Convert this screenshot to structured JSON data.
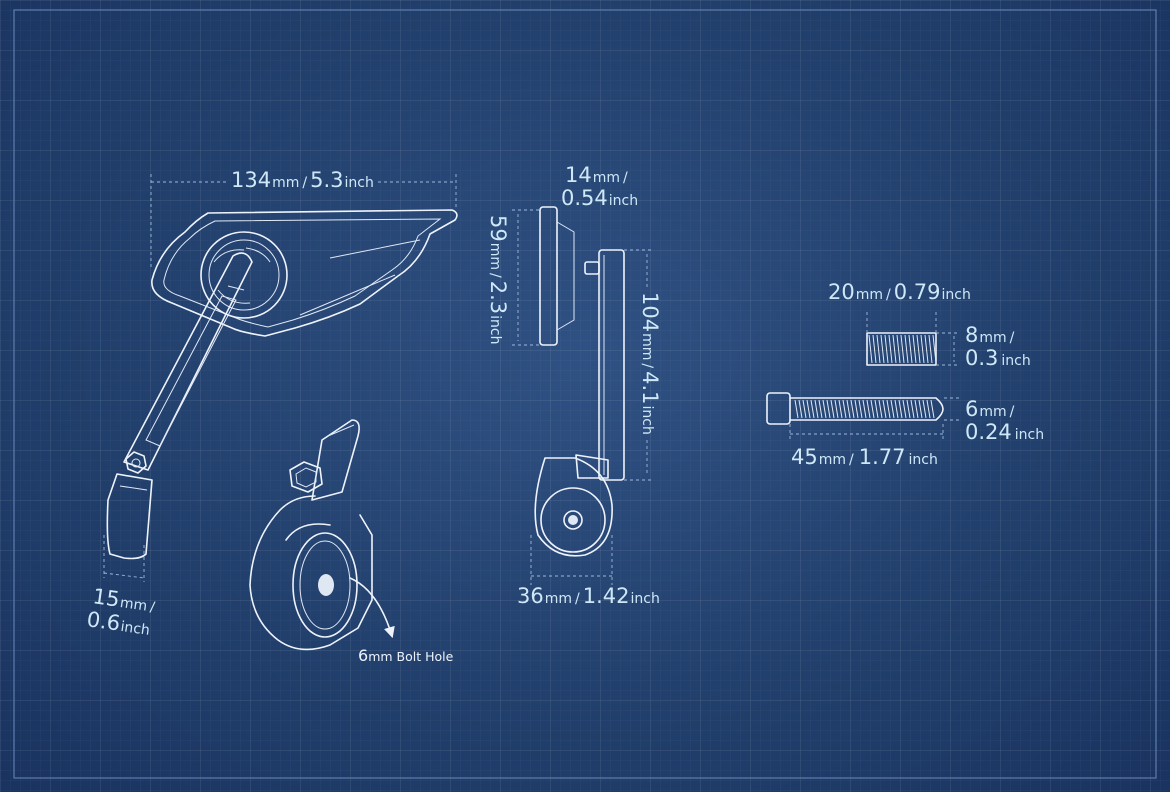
{
  "mirror_width": {
    "value": "134",
    "unit": "mm",
    "sep": "/",
    "value2": "5.3",
    "unit2": "inch"
  },
  "clamp_width": {
    "value": "15",
    "unit": "mm",
    "sep": "/",
    "value2": "0.6",
    "unit2": "inch"
  },
  "bolt_hole": {
    "value": "6",
    "unit": "mm",
    "label": "Bolt Hole"
  },
  "mirror_depth": {
    "value": "14",
    "unit": "mm",
    "sep": "/",
    "value2": "0.54",
    "unit2": "inch"
  },
  "mirror_height": {
    "value": "59",
    "unit": "mm",
    "sep": "/",
    "value2": "2.3",
    "unit2": "inch"
  },
  "arm_length": {
    "value": "104",
    "unit": "mm",
    "sep": "/",
    "value2": "4.1",
    "unit2": "inch"
  },
  "clamp_diameter": {
    "value": "36",
    "unit": "mm",
    "sep": "/",
    "value2": "1.42",
    "unit2": "inch"
  },
  "sleeve_length": {
    "value": "20",
    "unit": "mm",
    "sep": "/",
    "value2": "0.79",
    "unit2": "inch"
  },
  "sleeve_diameter": {
    "value": "8",
    "unit": "mm",
    "sep": "/",
    "value2": "0.3",
    "unit2": "inch"
  },
  "bolt_diameter": {
    "value": "6",
    "unit": "mm",
    "sep": "/",
    "value2": "0.24",
    "unit2": "inch"
  },
  "bolt_length": {
    "value": "45",
    "unit": "mm",
    "sep": "/",
    "value2": "1.77",
    "unit2": "inch"
  },
  "colors": {
    "background": "#22406d",
    "line": "#eef3fb",
    "label": "#cfe8f7"
  }
}
